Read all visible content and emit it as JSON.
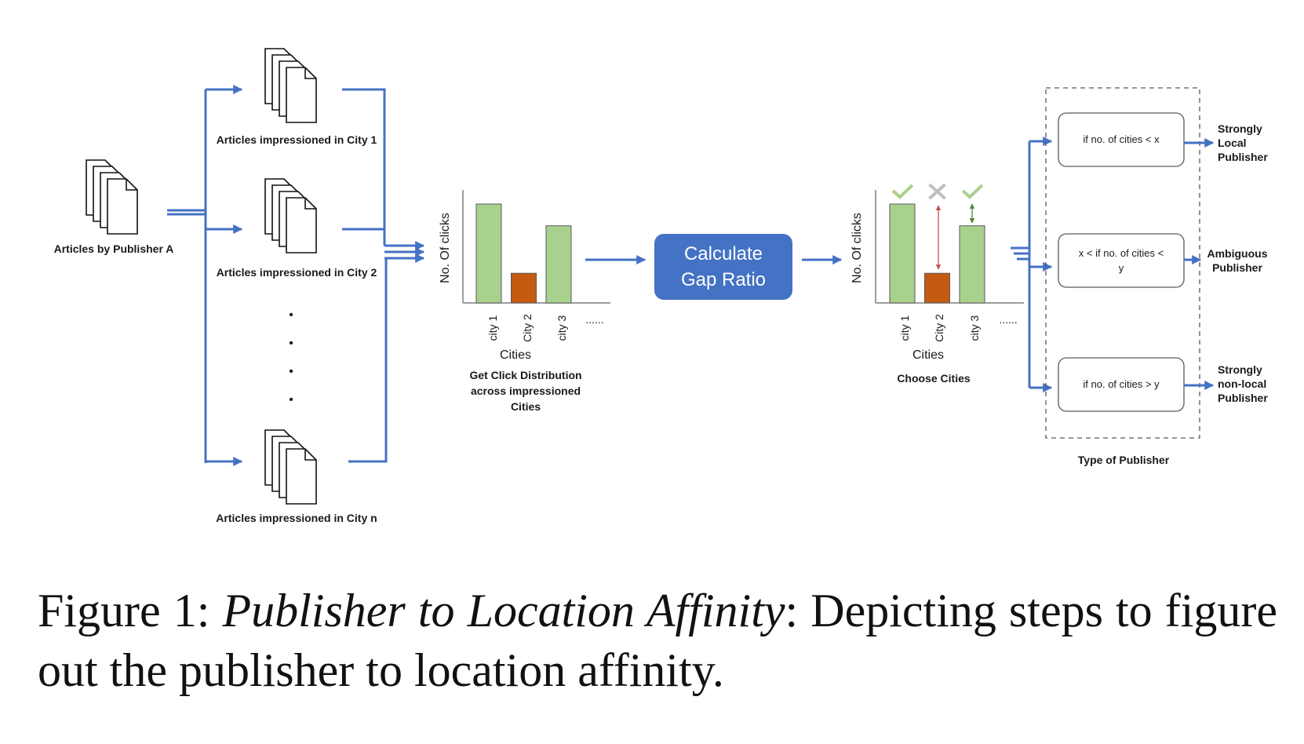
{
  "colors": {
    "flow": "#4472c4",
    "bar_green": "#a9d18e",
    "bar_orange": "#c55a11",
    "gap_box": "#4472c4",
    "check": "#a9d18e",
    "cross": "#bfbfbf",
    "gap_arrow_red": "#c0504d",
    "gap_arrow_green": "#548235"
  },
  "icons": {
    "document": "document-stack-icon",
    "check": "check-icon",
    "cross": "cross-icon"
  },
  "source": {
    "label": "Articles by Publisher A"
  },
  "cities": [
    {
      "label": "Articles impressioned in City 1"
    },
    {
      "label": "Articles impressioned in City 2"
    },
    {
      "label": "Articles impressioned in City n"
    }
  ],
  "ellipsis_dots": "•",
  "step1": {
    "caption": [
      "Get Click Distribution",
      "across impressioned",
      "Cities"
    ]
  },
  "gap_ratio": {
    "lines": [
      "Calculate",
      "Gap Ratio"
    ]
  },
  "step2": {
    "caption": "Choose Cities"
  },
  "chart_data": [
    {
      "type": "bar",
      "ylabel": "No. Of clicks",
      "xlabel": "Cities",
      "categories": [
        "city 1",
        "City 2",
        "city 3"
      ],
      "values": [
        100,
        30,
        78
      ],
      "more": "......"
    },
    {
      "type": "bar",
      "ylabel": "No. Of clicks",
      "xlabel": "Cities",
      "categories": [
        "city 1",
        "City 2",
        "city 3"
      ],
      "values": [
        100,
        30,
        78
      ],
      "selected": [
        true,
        false,
        true
      ],
      "more": "......"
    }
  ],
  "publisher_types": {
    "title": "Type of Publisher",
    "rules": [
      {
        "condition": [
          "if no. of cities < x"
        ],
        "result": [
          "Strongly",
          "Local",
          "Publisher"
        ]
      },
      {
        "condition": [
          "x < if no. of cities <",
          "y"
        ],
        "result": [
          "Ambiguous",
          "Publisher"
        ]
      },
      {
        "condition": [
          "if no. of cities > y"
        ],
        "result": [
          "Strongly",
          "non-local",
          "Publisher"
        ]
      }
    ]
  },
  "caption": {
    "prefix": "Figure 1: ",
    "title": "Publisher to Location Affinity",
    "rest": ": Depicting steps to figure out the publisher to location affinity."
  }
}
